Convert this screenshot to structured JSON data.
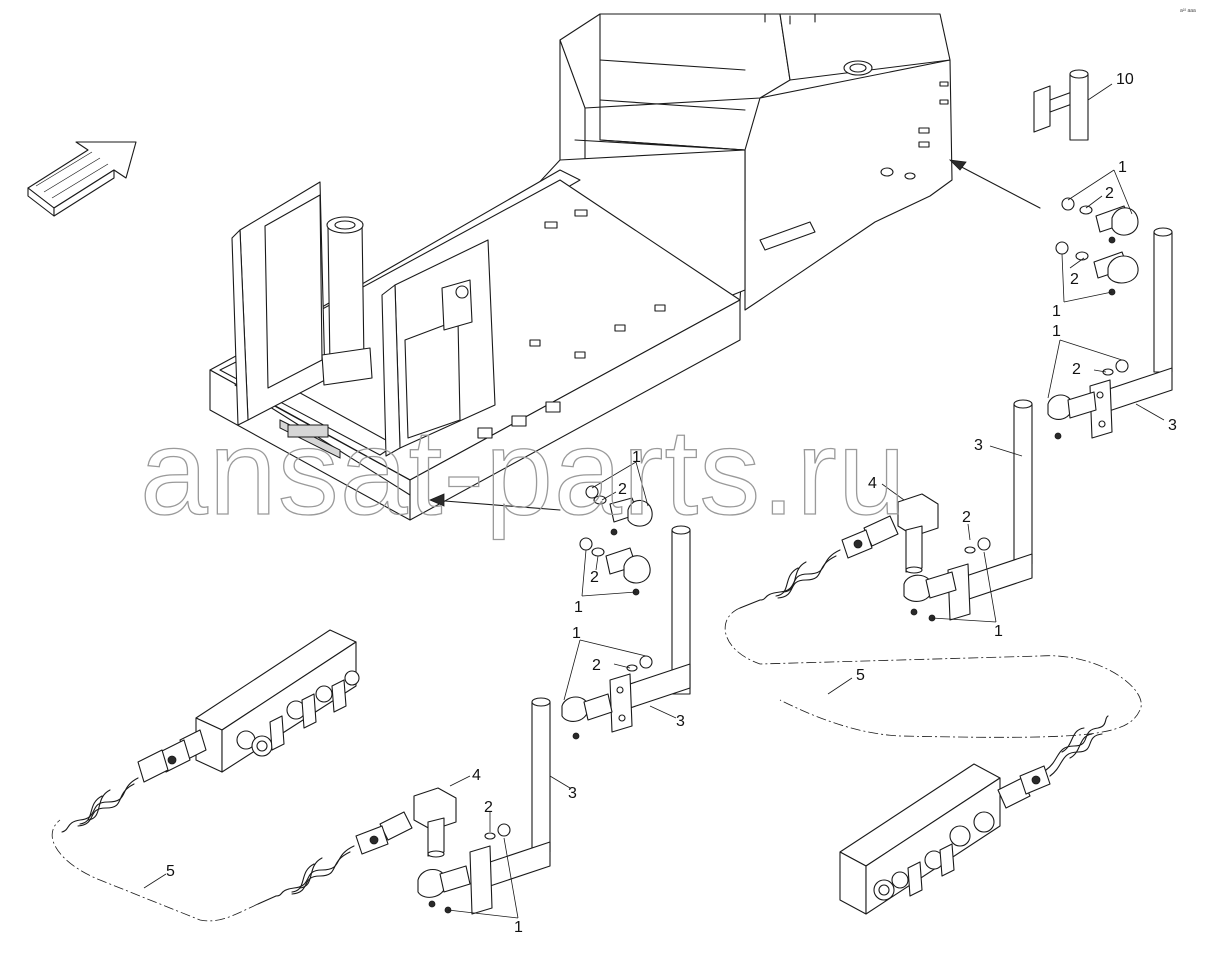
{
  "watermark": "ansat-parts.ru",
  "sheet_code": "a²² aaa",
  "callouts": {
    "c10": "10",
    "c1a": "1",
    "c2a": "2",
    "c2b": "2",
    "c1b": "1",
    "c1c": "1",
    "c2c": "2",
    "c3a": "3",
    "c3b": "3",
    "c4a": "4",
    "c2d": "2",
    "c1d": "1",
    "c5a": "5",
    "c1e": "1",
    "c2e": "2",
    "c2f": "2",
    "c1f": "1",
    "c1g": "1",
    "c2g": "2",
    "c3c": "3",
    "c3d": "3",
    "c4b": "4",
    "c2h": "2",
    "c1h": "1",
    "c5b": "5"
  },
  "icons": {
    "direction": "direction-arrow-icon"
  }
}
